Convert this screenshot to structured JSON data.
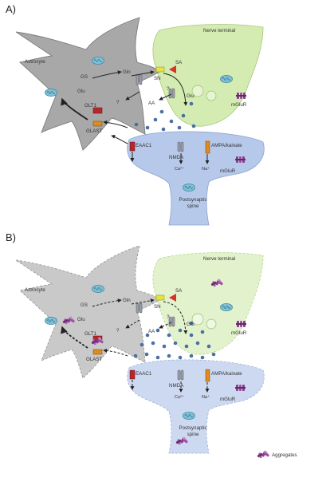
{
  "panels": [
    {
      "letter": "A)",
      "labels": {
        "astrocyte": "Astrocyte",
        "nerve_terminal": "Nerve terminal",
        "gs": "GS",
        "gln": "Gln",
        "glu_astro": "Glu",
        "sn": "SN",
        "sa": "SA",
        "glu_nerve": "Glu",
        "aa": "AA",
        "q1": "?",
        "q2": "?",
        "glt1": "GLT1",
        "glast": "GLAST",
        "eaac1": "EAAC1",
        "nmda": "NMDA",
        "ampa": "AMPA/kainate",
        "ca": "Ca²⁺",
        "na": "Na⁺",
        "mglur_top": "mGluR",
        "mglur_bottom": "mGluR",
        "spine_line1": "Postsynaptic",
        "spine_line2": "spine"
      }
    },
    {
      "letter": "B)",
      "labels": {
        "astrocyte": "Astrocyte",
        "nerve_terminal": "Nerve terminal",
        "gs": "GS",
        "gln": "Gln",
        "glu_astro": "Glu",
        "sn": "SN",
        "sa": "SA",
        "glu_nerve": "Glu",
        "aa": "AA",
        "q1": "?",
        "q2": "?",
        "glt1": "GLT1",
        "glast": "GLAST",
        "eaac1": "EAAC1",
        "nmda": "NMDA",
        "ampa": "AMPA/kainate",
        "ca": "Ca²⁺",
        "na": "Na⁺",
        "mglur_top": "mGluR",
        "mglur_bottom": "mGluR",
        "spine_line1": "Postsynaptic",
        "spine_line2": "spine"
      }
    }
  ],
  "legend": {
    "aggregates": "Aggregates"
  },
  "colors": {
    "astrocyte_a": "#a8a8a8",
    "astrocyte_b": "#c9c9c9",
    "nerve_a": "#d4ecb2",
    "nerve_b": "#e2f2cc",
    "spine_a": "#b7c9ea",
    "spine_b": "#cdd9f0",
    "mitochondria": "#7fc1d6",
    "glu_dots": "#4a6fa5",
    "receptor_purple": "#8a3c8f",
    "transporter_red": "#b4272a",
    "transporter_orange": "#e08a1c",
    "sa_red": "#d8322a",
    "sn_yellow": "#e8e23c"
  }
}
